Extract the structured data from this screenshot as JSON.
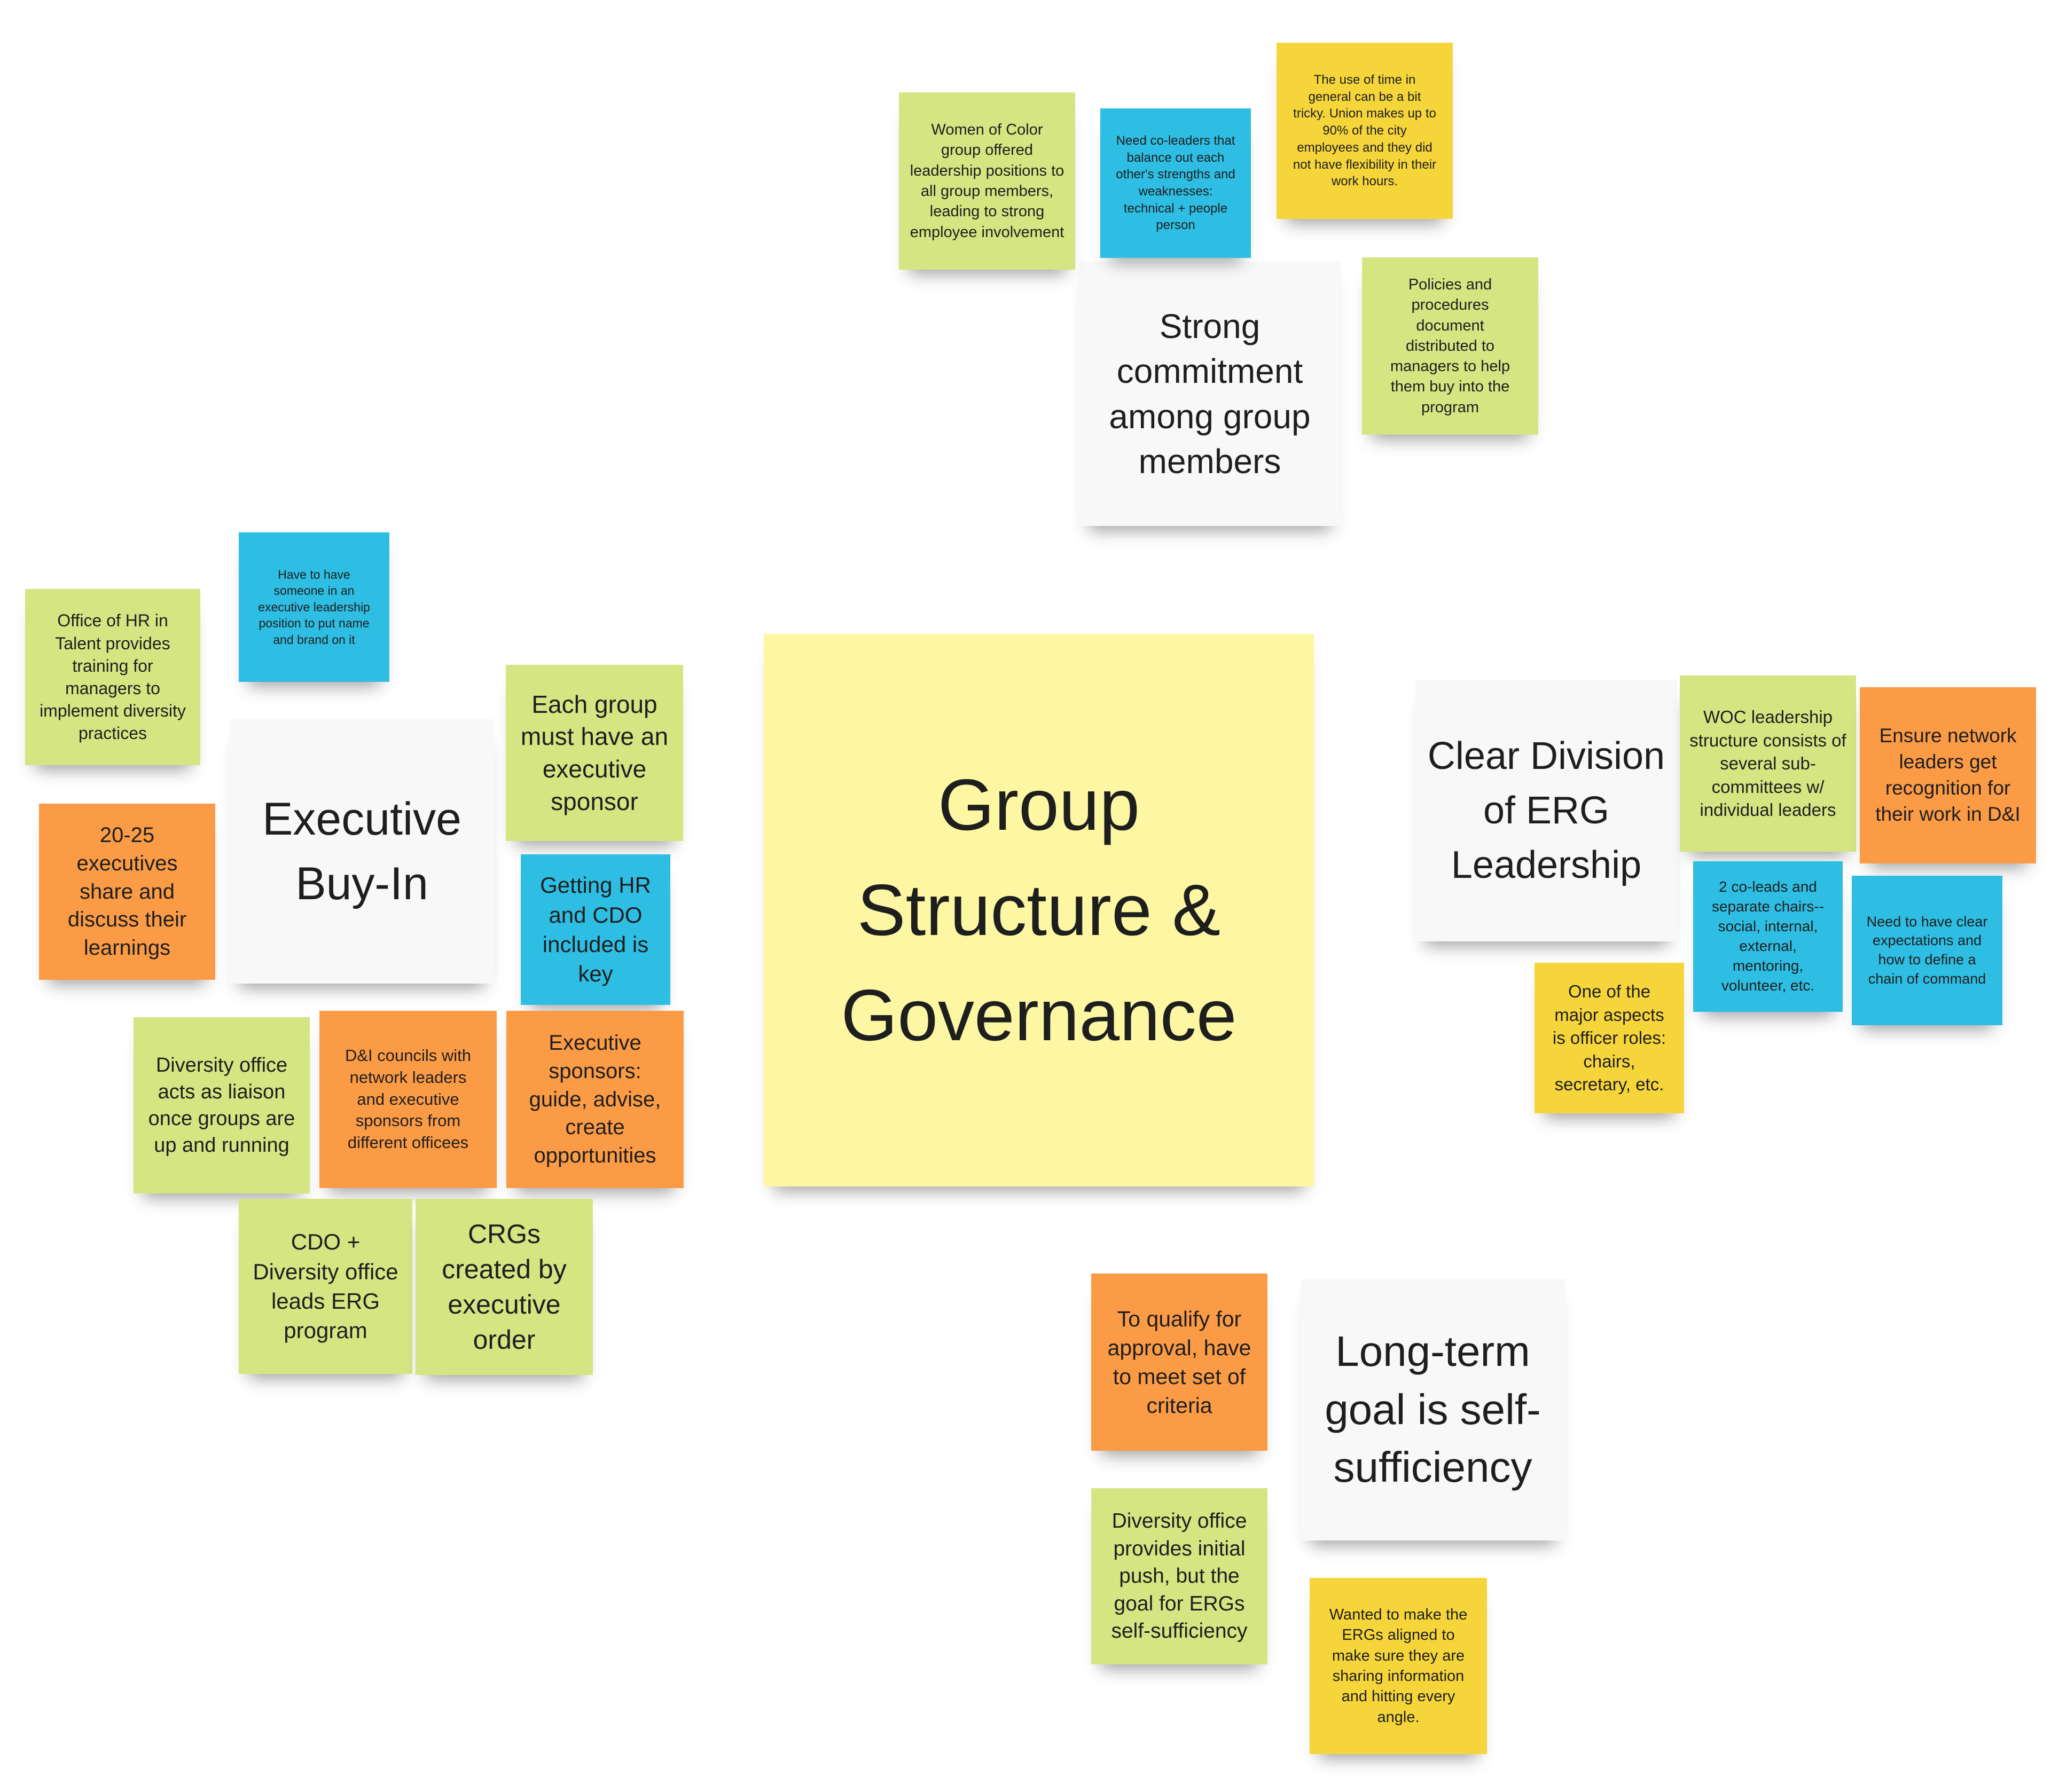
{
  "notes": [
    {
      "id": "title",
      "text": "Group Structure & Governance",
      "color": "#fdf7a3"
    },
    {
      "id": "commitment_heading",
      "text": "Strong commitment among group members",
      "color": "#f8f8f8"
    },
    {
      "id": "woc_positions",
      "text": "Women of Color group offered leadership positions to all group members, leading to strong employee involvement",
      "color": "#d4e582"
    },
    {
      "id": "co_leaders",
      "text": "Need co-leaders that balance out each other's strengths and weaknesses: technical + people person",
      "color": "#2ebee3"
    },
    {
      "id": "union_time",
      "text": "The use of time in general can be a bit tricky. Union makes up to 90% of the city employees and they did not have flexibility in their work hours.",
      "color": "#f6d53b"
    },
    {
      "id": "policies_doc",
      "text": "Policies and procedures document distributed to managers to help them buy into the program",
      "color": "#d4e582"
    },
    {
      "id": "exec_heading",
      "text": "Executive Buy-In",
      "color": "#f8f8f8"
    },
    {
      "id": "exec_position",
      "text": "Have to have someone in an executive leadership position to put name and brand on it",
      "color": "#2ebee3"
    },
    {
      "id": "hr_training",
      "text": "Office of HR in Talent provides training for managers to implement diversity practices",
      "color": "#d4e582"
    },
    {
      "id": "each_group_sponsor",
      "text": "Each group must have an executive sponsor",
      "color": "#d4e582"
    },
    {
      "id": "execs_share",
      "text": "20-25 executives share and discuss their learnings",
      "color": "#fb9b46"
    },
    {
      "id": "hr_cdo_key",
      "text": "Getting HR and CDO included is key",
      "color": "#2ebee3"
    },
    {
      "id": "diversity_liaison",
      "text": "Diversity office acts as liaison once groups are up and running",
      "color": "#d4e582"
    },
    {
      "id": "di_councils",
      "text": "D&I councils with network leaders and executive sponsors from different officees",
      "color": "#fb9b46"
    },
    {
      "id": "exec_sponsors_guide",
      "text": "Executive sponsors: guide, advise, create opportunities",
      "color": "#fb9b46"
    },
    {
      "id": "cdo_leads",
      "text": "CDO + Diversity office leads ERG program",
      "color": "#d4e582"
    },
    {
      "id": "crgs_order",
      "text": "CRGs created by executive order",
      "color": "#d4e582"
    },
    {
      "id": "division_heading",
      "text": "Clear Division of ERG Leadership",
      "color": "#f8f8f8"
    },
    {
      "id": "woc_structure",
      "text": "WOC leadership structure consists of several sub-committees w/ individual leaders",
      "color": "#d4e582"
    },
    {
      "id": "recognition",
      "text": "Ensure network leaders get recognition for their work in D&I",
      "color": "#fb9b46"
    },
    {
      "id": "co_leads_chairs",
      "text": "2 co-leads and separate chairs--social, internal, external, mentoring, volunteer, etc.",
      "color": "#2ebee3"
    },
    {
      "id": "expectations",
      "text": "Need to have clear expectations and how to define a chain of command",
      "color": "#2ebee3"
    },
    {
      "id": "officer_roles",
      "text": "One of the major aspects is officer roles: chairs, secretary, etc.",
      "color": "#f6d53b"
    },
    {
      "id": "self_heading",
      "text": "Long-term goal is self-sufficiency",
      "color": "#f8f8f8"
    },
    {
      "id": "approval_criteria",
      "text": "To qualify for approval, have to meet set of criteria",
      "color": "#fb9b46"
    },
    {
      "id": "initial_push",
      "text": "Diversity office provides initial push, but the goal for ERGs self-sufficiency",
      "color": "#d4e582"
    },
    {
      "id": "aligned_ergs",
      "text": "Wanted to make the ERGs aligned to make sure they are sharing information and hitting every angle.",
      "color": "#f6d53b"
    }
  ]
}
